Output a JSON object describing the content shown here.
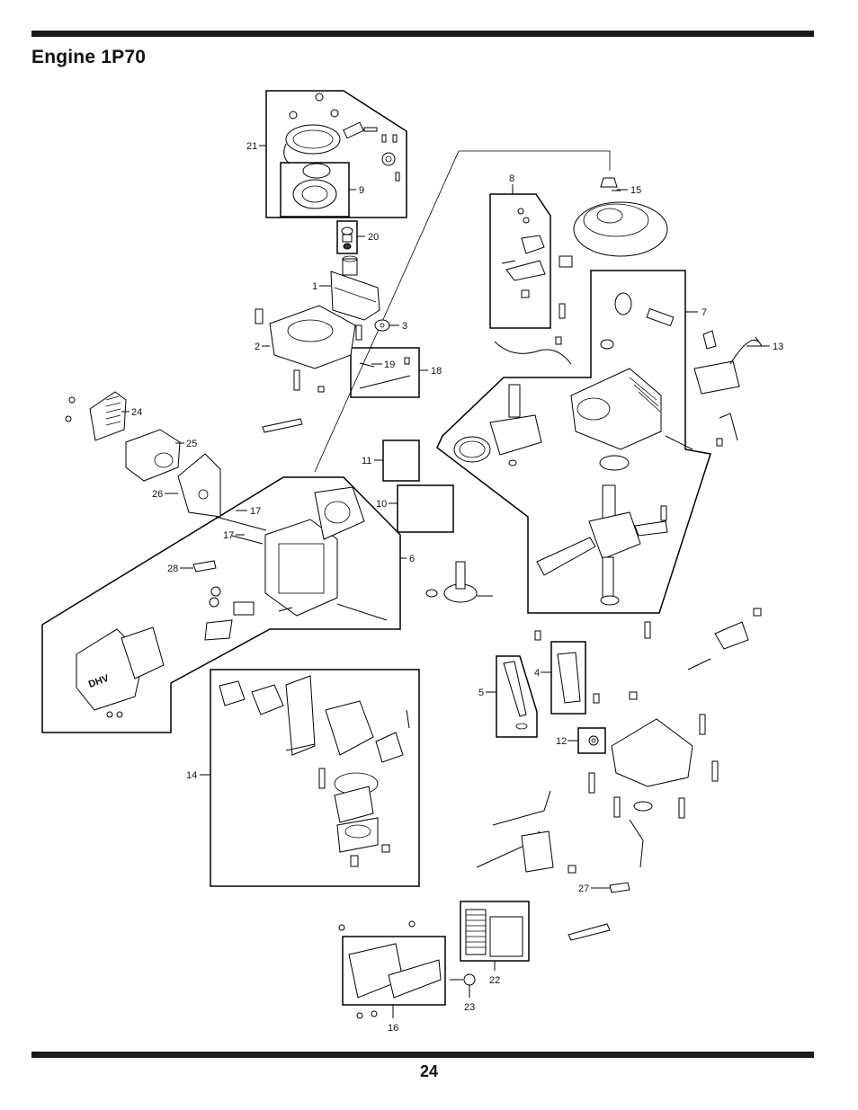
{
  "title": "Engine 1P70",
  "page_number": "24",
  "callouts": [
    "1",
    "2",
    "3",
    "4",
    "5",
    "6",
    "7",
    "8",
    "9",
    "10",
    "11",
    "12",
    "13",
    "14",
    "15",
    "16",
    "17",
    "17",
    "18",
    "19",
    "20",
    "21",
    "22",
    "23",
    "24",
    "25",
    "26",
    "27",
    "28"
  ],
  "logo_text": "DHV"
}
